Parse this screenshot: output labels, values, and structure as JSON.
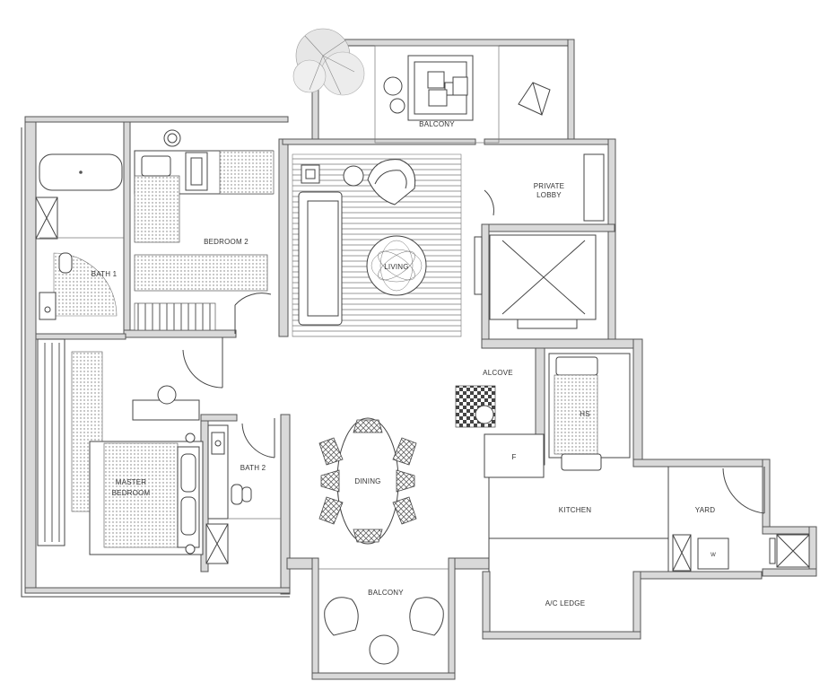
{
  "rooms": {
    "balcony_top": "BALCONY",
    "private_lobby": "PRIVATE\nLOBBY",
    "bedroom2": "BEDROOM 2",
    "bath1": "BATH 1",
    "living": "LIVING",
    "alcove": "ALCOVE",
    "hs": "HS",
    "fridge": "F",
    "master_bedroom": "MASTER\nBEDROOM",
    "bath2": "BATH 2",
    "dining": "DINING",
    "kitchen": "KITCHEN",
    "yard": "YARD",
    "washer": "W",
    "balcony_bottom": "BALCONY",
    "ac_ledge": "A/C LEDGE"
  }
}
